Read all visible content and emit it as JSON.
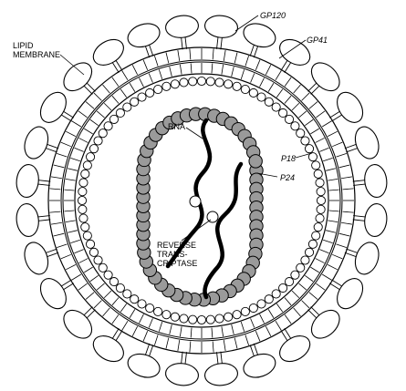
{
  "labels": {
    "lipid_membrane_line1": "LIPID",
    "lipid_membrane_line2": "MEMBRANE",
    "gp120": "GP120",
    "gp41": "GP41",
    "rna": "RNA",
    "p18": "P18",
    "p24": "P24",
    "rt_line1": "REVERSE",
    "rt_line2": "TRANS-",
    "rt_line3": "CRIPTASE"
  },
  "structure": {
    "gp120_knob_count": 28,
    "membrane_stripe_count": 80,
    "p18_bead_count": 84,
    "rna_strand_count": 2,
    "reverse_transcriptase_count": 2,
    "colors": {
      "outline": "#000000",
      "background": "#ffffff",
      "capsid_bead_fill": "#9a9a9a"
    }
  }
}
